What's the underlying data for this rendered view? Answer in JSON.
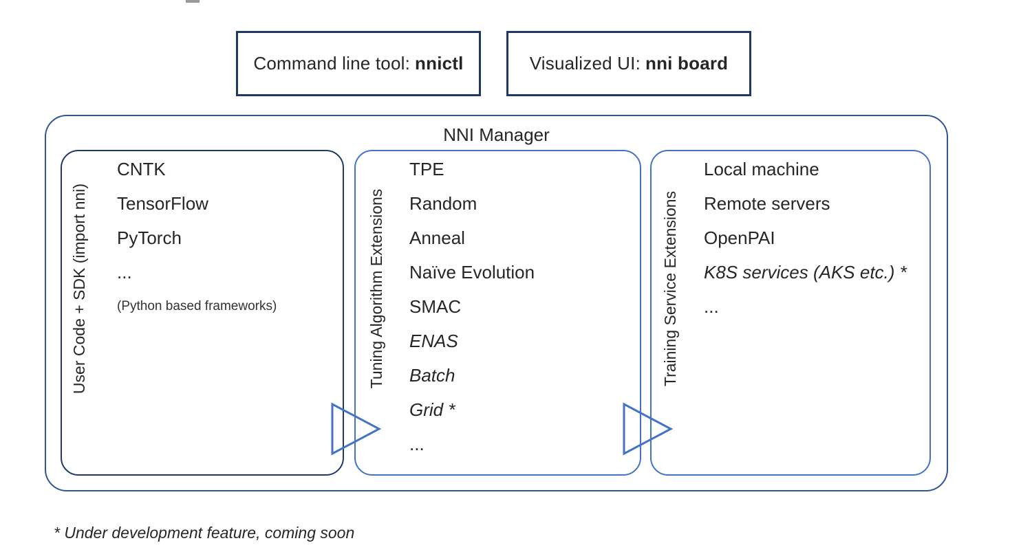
{
  "top_boxes": [
    {
      "label": "Command line tool:",
      "strong": "nnictl"
    },
    {
      "label": "Visualized UI:",
      "strong": "nni board"
    }
  ],
  "manager_title": "NNI Manager",
  "columns": [
    {
      "side_label": "User Code + SDK (import nni)",
      "items": [
        {
          "text": "CNTK"
        },
        {
          "text": "TensorFlow"
        },
        {
          "text": "PyTorch"
        },
        {
          "text": "..."
        },
        {
          "text": "(Python based frameworks)"
        }
      ]
    },
    {
      "side_label": "Tuning Algorithm Extensions",
      "items": [
        {
          "text": "TPE"
        },
        {
          "text": "Random"
        },
        {
          "text": "Anneal"
        },
        {
          "text": "Naïve Evolution"
        },
        {
          "text": "SMAC"
        },
        {
          "text": "ENAS"
        },
        {
          "text": "Batch"
        },
        {
          "text": "Grid *"
        },
        {
          "text": "..."
        }
      ]
    },
    {
      "side_label": "Training Service Extensions",
      "items": [
        {
          "text": "Local machine"
        },
        {
          "text": "Remote servers"
        },
        {
          "text": "OpenPAI"
        },
        {
          "text": "K8S services (AKS etc.) *"
        },
        {
          "text": "..."
        }
      ]
    }
  ],
  "footnote": "* Under development feature, coming soon",
  "colors": {
    "dark_navy_border": "#1f3864",
    "outer_border": "#2e5596",
    "blue_border": "#4472c4",
    "arrow_stroke": "#4472c4",
    "text": "#262626"
  }
}
